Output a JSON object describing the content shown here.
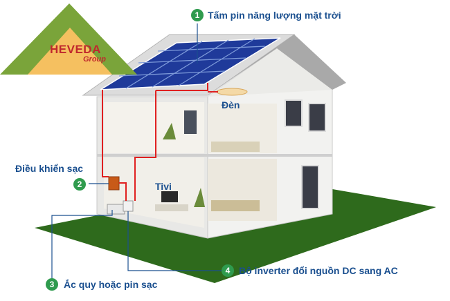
{
  "logo": {
    "name": "HEVEDA",
    "sub": "Group",
    "colors": {
      "triangle": "#7aa43a",
      "inner": "#f5c060",
      "text": "#c0282d"
    }
  },
  "callouts": [
    {
      "num": "1",
      "text": "Tấm pin năng lượng mặt trời"
    },
    {
      "num": "2",
      "text": "Điều khiển sạc"
    },
    {
      "num": "3",
      "text": "Ắc quy hoặc pin sạc"
    },
    {
      "num": "4",
      "text": "Bộ inverter đổi nguồn DC sang AC"
    }
  ],
  "room_labels": {
    "lamp": "Đèn",
    "tv": "Tivi"
  },
  "colors": {
    "accent": "#2f9b4e",
    "label": "#1a4f8f",
    "wire": "#e02020",
    "panel": "#1f3a9a",
    "grass": "#2e6a1c"
  }
}
